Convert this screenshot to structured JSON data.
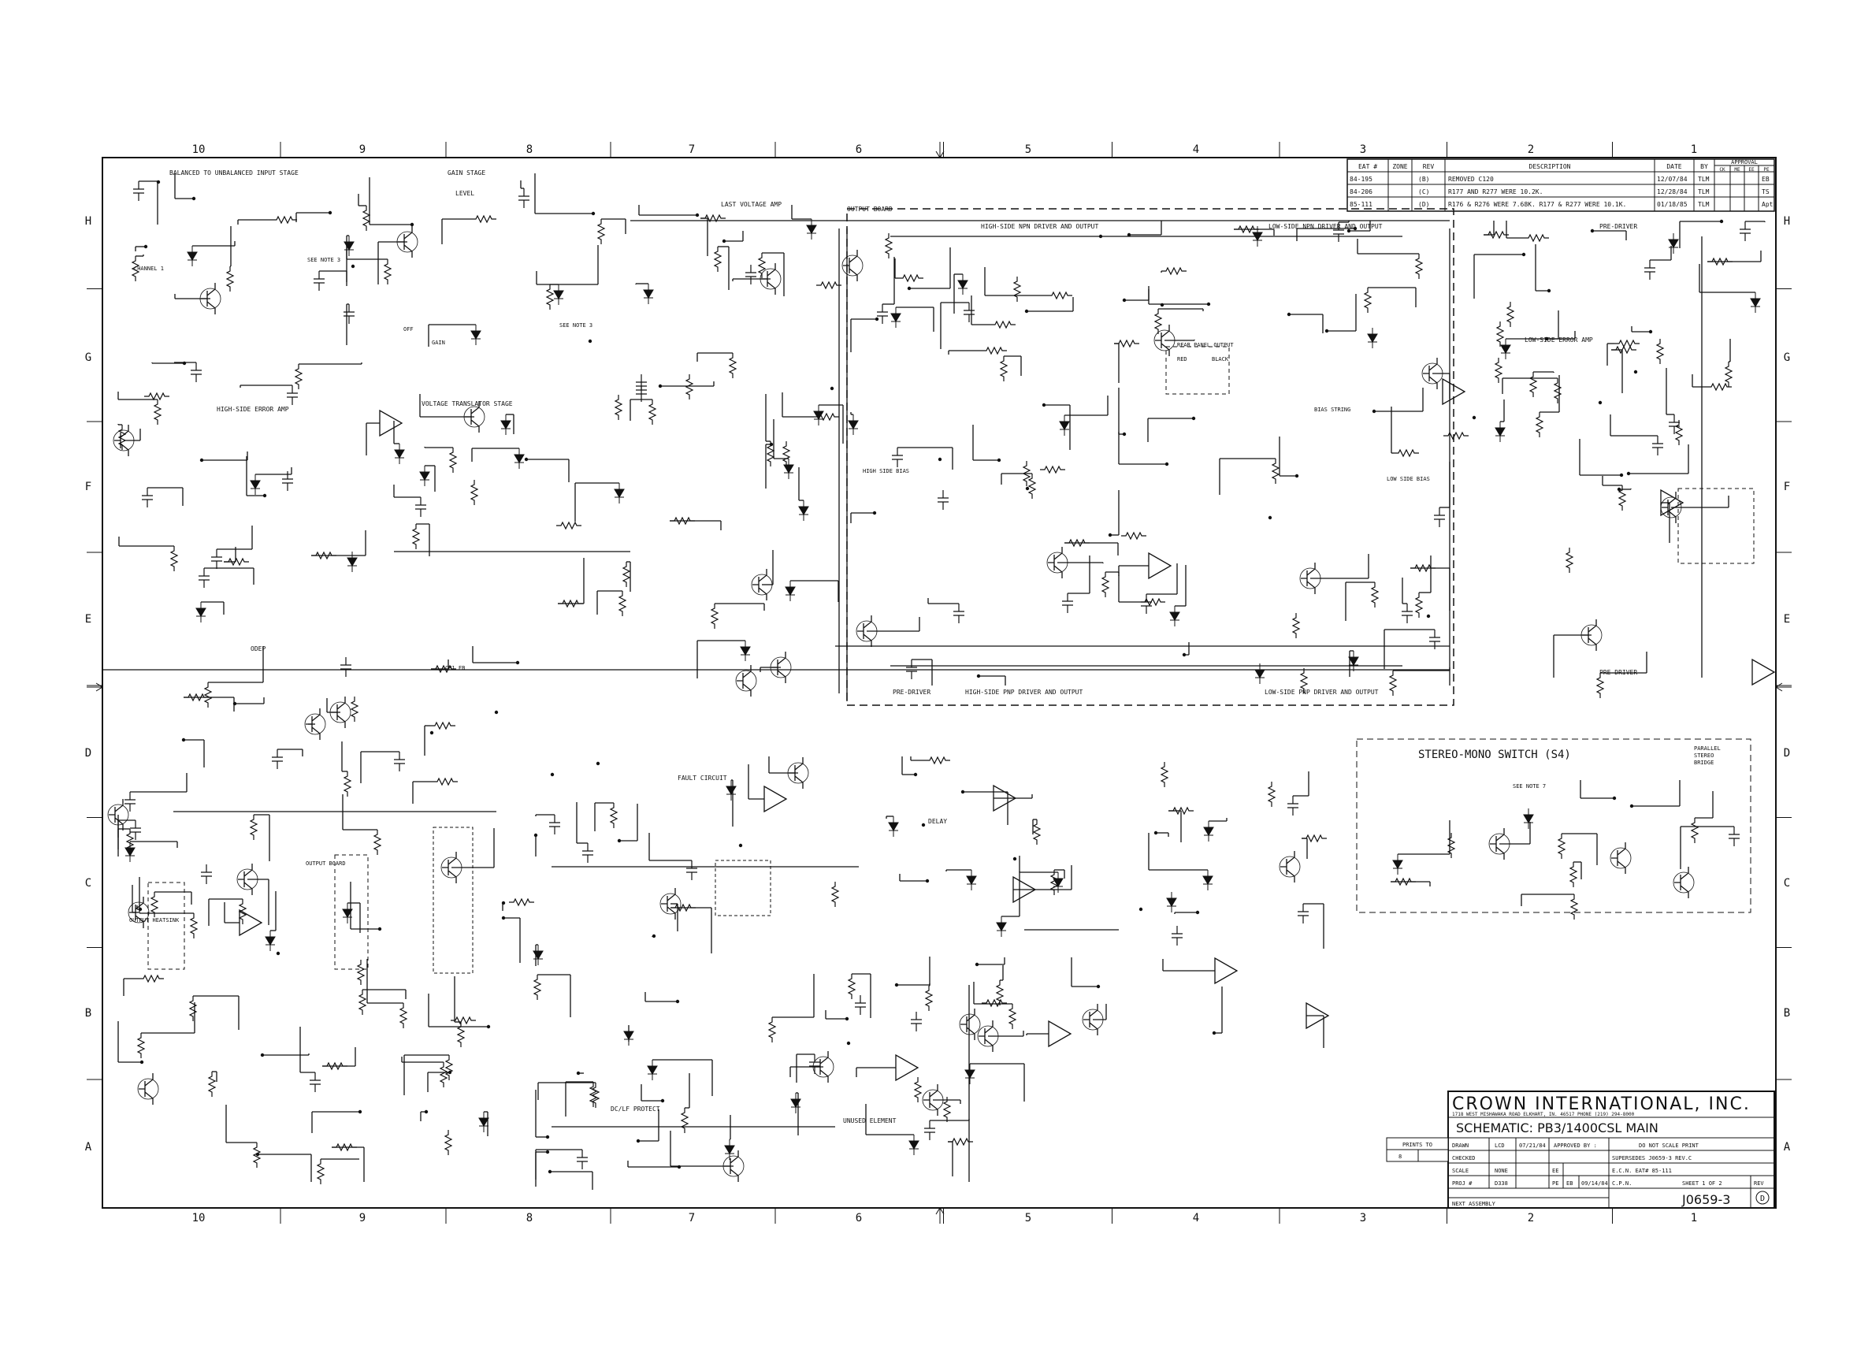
{
  "grid": {
    "columns": [
      "10",
      "9",
      "8",
      "7",
      "6",
      "5",
      "4",
      "3",
      "2",
      "1"
    ],
    "rows": [
      "H",
      "G",
      "F",
      "E",
      "D",
      "C",
      "B",
      "A"
    ]
  },
  "revisions": {
    "headers": [
      "EAT #",
      "ZONE",
      "REV",
      "DESCRIPTION",
      "DATE",
      "BY",
      "APPROVAL"
    ],
    "approval_sub": [
      "CK",
      "ME",
      "EE",
      "PE"
    ],
    "rows": [
      {
        "eat": "84-195",
        "rev": "B",
        "desc": "REMOVED C120",
        "date": "12/07/84",
        "by": "TLM",
        "appr": "EB"
      },
      {
        "eat": "84-206",
        "rev": "C",
        "desc": "R177 AND R277 WERE 10.2K.",
        "date": "12/28/84",
        "by": "TLM",
        "appr": "TS"
      },
      {
        "eat": "85-111",
        "rev": "D",
        "desc": "R176 & R276 WERE 7.68K. R177 & R277 WERE 10.1K.",
        "date": "01/18/85",
        "by": "TLM",
        "appr": "Apt"
      }
    ]
  },
  "section_labels": {
    "balanced": "BALANCED TO UNBALANCED INPUT STAGE",
    "gain_stage": "GAIN STAGE",
    "level": "LEVEL",
    "last_voltage_amp": "LAST VOLTAGE AMP",
    "output_board": "OUTPUT BOARD",
    "hs_npn": "HIGH-SIDE NPN DRIVER AND OUTPUT",
    "ls_npn": "LOW-SIDE NPN DRIVER AND OUTPUT",
    "pre_driver_top": "PRE-DRIVER",
    "pre_driver_mid": "PRE-DRIVER",
    "pre_driver_right": "PRE-DRIVER",
    "hs_error_amp": "HIGH-SIDE ERROR AMP",
    "ls_error_amp": "LOW-SIDE ERROR AMP",
    "voltage_translator": "VOLTAGE TRANSLATOR STAGE",
    "hs_pnp": "HIGH-SIDE PNP DRIVER AND OUTPUT",
    "ls_pnp": "LOW-SIDE PNP DRIVER AND OUTPUT",
    "odep": "ODEP",
    "fault_circuit": "FAULT CIRCUIT",
    "delay": "DELAY",
    "dc_lf_protect": "DC/LF PROTECT",
    "unused_element": "UNUSED ELEMENT",
    "rear_panel_output": "REAR PANEL OUTPUT",
    "red": "RED",
    "black": "BLACK",
    "channel1": "CHANNEL 1",
    "high_side_bias": "HIGH SIDE BIAS",
    "low_side_bias": "LOW SIDE BIAS",
    "bias_string": "BIAS STRING",
    "output_heatsink": "OUTPUT HEATSINK",
    "output_board_small": "OUTPUT BOARD",
    "ch1_fb": "CH1 FB",
    "see_note_3": "SEE NOTE 3",
    "see_note_7": "SEE NOTE 7",
    "gain": "GAIN",
    "off": "OFF"
  },
  "stereo_mono": {
    "title": "STEREO-MONO SWITCH (S4)",
    "options": [
      "PARALLEL",
      "STEREO",
      "BRIDGE"
    ]
  },
  "title_block": {
    "company": "CROWN INTERNATIONAL, INC.",
    "address": "1718 WEST MISHAWAKA ROAD     ELKHART, IN. 46517     PHONE (219) 294-8000",
    "title": "SCHEMATIC:  PB3/1400CSL MAIN",
    "prints_to": "PRINTS TO",
    "prints_val": "8",
    "drawn": "DRAWN",
    "drawn_by": "LCD",
    "drawn_date": "07/21/84",
    "approved_by": "APPROVED BY :",
    "no_scale": "DO NOT SCALE PRINT",
    "checked": "CHECKED",
    "supersedes": "SUPERSEDES J0659-3 REV.C",
    "scale": "SCALE",
    "scale_val": "NONE",
    "ee": "EE",
    "ecn": "E.C.N.  EAT# 85-111",
    "proj": "PROJ #",
    "proj_val": "D338",
    "pe": "PE",
    "pe_val": "EB",
    "pe_date": "09/14/84",
    "cpn": "C.P.N.",
    "sheet": "SHEET 1 OF 2",
    "rev": "REV",
    "rev_val": "D",
    "next_assembly": "NEXT ASSEMBLY",
    "drawing_no": "J0659-3"
  }
}
